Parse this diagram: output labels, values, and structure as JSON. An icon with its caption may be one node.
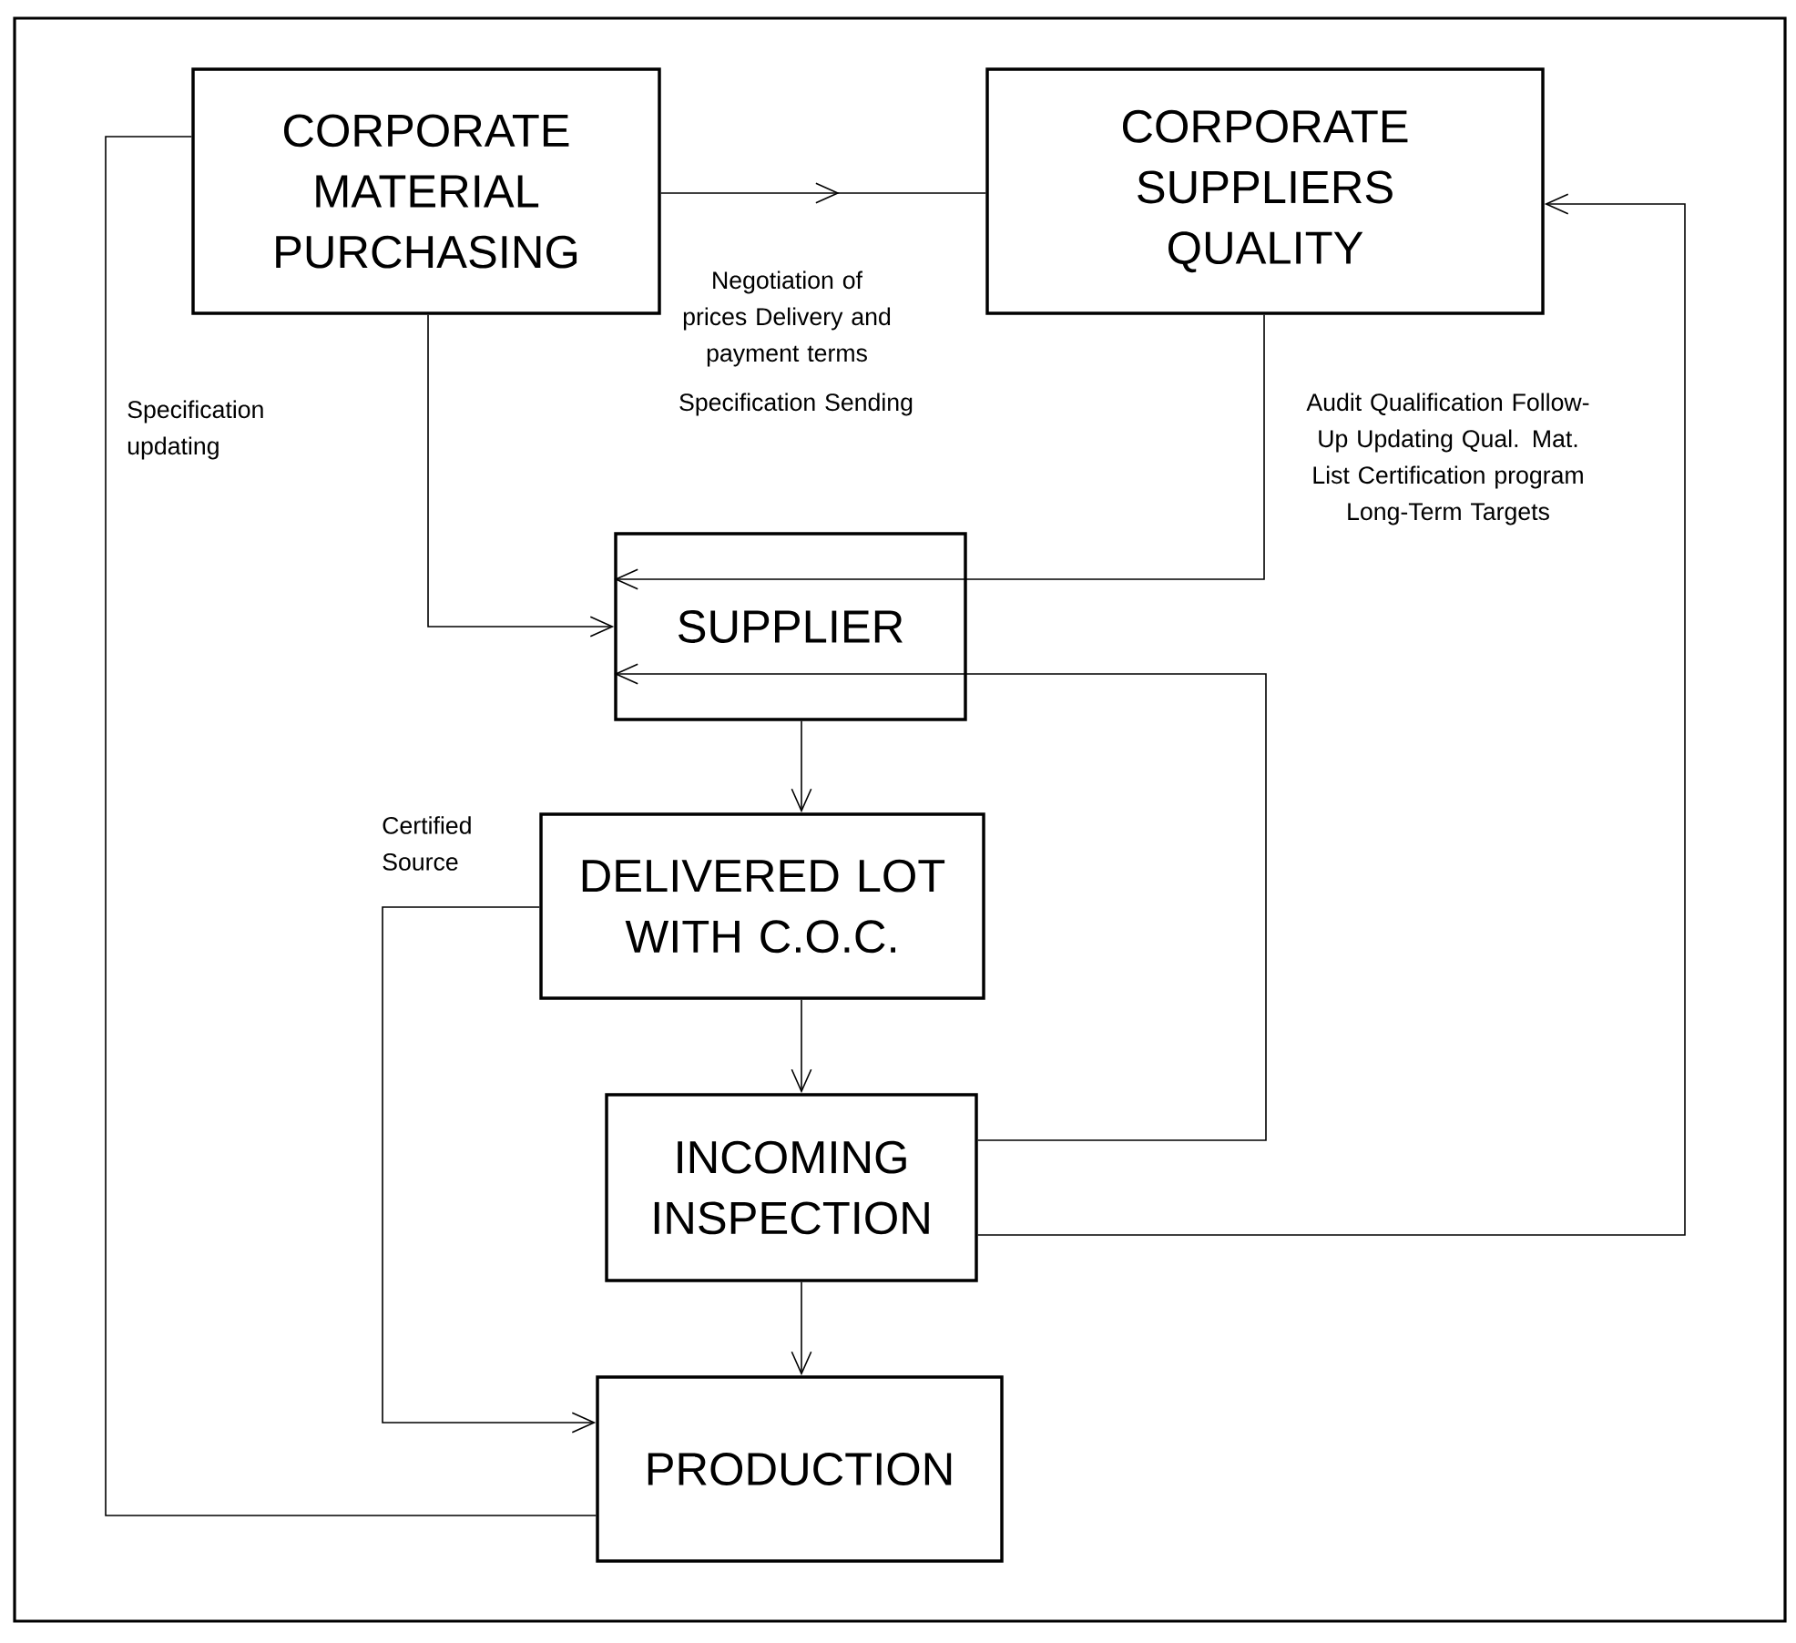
{
  "diagram": {
    "nodes": [
      {
        "text": [
          "CORPORATE MATERIAL PURCHASING"
        ]
      },
      {
        "text": [
          "CORPORATE SUPPLIERS QUALITY"
        ]
      },
      {
        "text": [
          "SUPPLIER"
        ]
      },
      {
        "text": [
          "DELIVERED LOT WITH C.O.C."
        ]
      },
      {
        "text": [
          "INCOMING INSPECTION"
        ]
      },
      {
        "text": [
          "PRODUCTION"
        ]
      }
    ],
    "edges": [
      {
        "from": 0,
        "to": 1,
        "arrow": "to"
      },
      {
        "from": 0,
        "to": 2,
        "arrow": "to"
      },
      {
        "from": 1,
        "to": 2,
        "arrow": "to",
        "label": "Audit Qualification Follow-Up Updating Qual. Mat. List Certification program Long-Term Targets"
      },
      {
        "from": 2,
        "to": 3,
        "arrow": "to"
      },
      {
        "from": 3,
        "to": 4,
        "arrow": "to"
      },
      {
        "from": 3,
        "to": 5,
        "arrow": "to",
        "label": "Certified Source"
      },
      {
        "from": 4,
        "to": 2,
        "arrow": "to"
      },
      {
        "from": 4,
        "to": 1,
        "arrow": "to"
      },
      {
        "from": 4,
        "to": 5,
        "arrow": "to"
      },
      {
        "from": 5,
        "to": 0,
        "arrow": "none",
        "label": "Specification updating"
      }
    ],
    "labels": [
      "Negotiation of prices Delivery and payment terms",
      "Specification Sending"
    ]
  }
}
